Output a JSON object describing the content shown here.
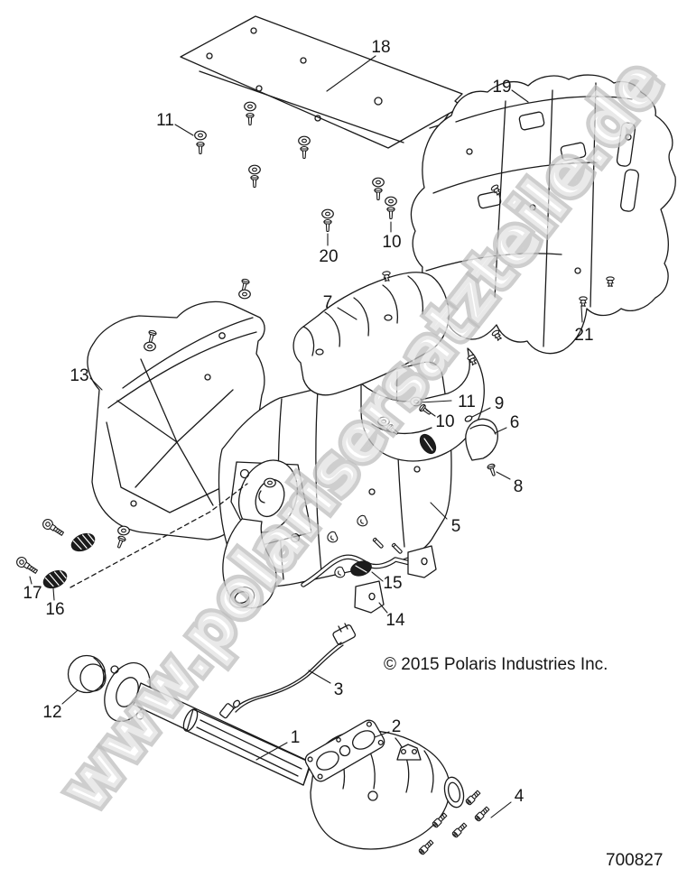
{
  "document": {
    "type": "exploded-parts-diagram",
    "subject": "exhaust-system"
  },
  "footer": {
    "copyright": "© 2015 Polaris Industries Inc.",
    "drawing_number": "700827"
  },
  "watermark": {
    "text": "www.polarisersatzteile.de",
    "color": "#bdbdbd"
  },
  "colors": {
    "line": "#1a1a1a",
    "fill": "#ffffff",
    "grommet": "#1c1c1c"
  },
  "callouts": [
    "18",
    "11",
    "19",
    "20",
    "10",
    "21",
    "7",
    "13",
    "11",
    "10",
    "9",
    "6",
    "8",
    "5",
    "15",
    "14",
    "17",
    "16",
    "12",
    "3",
    "1",
    "2",
    "4"
  ]
}
